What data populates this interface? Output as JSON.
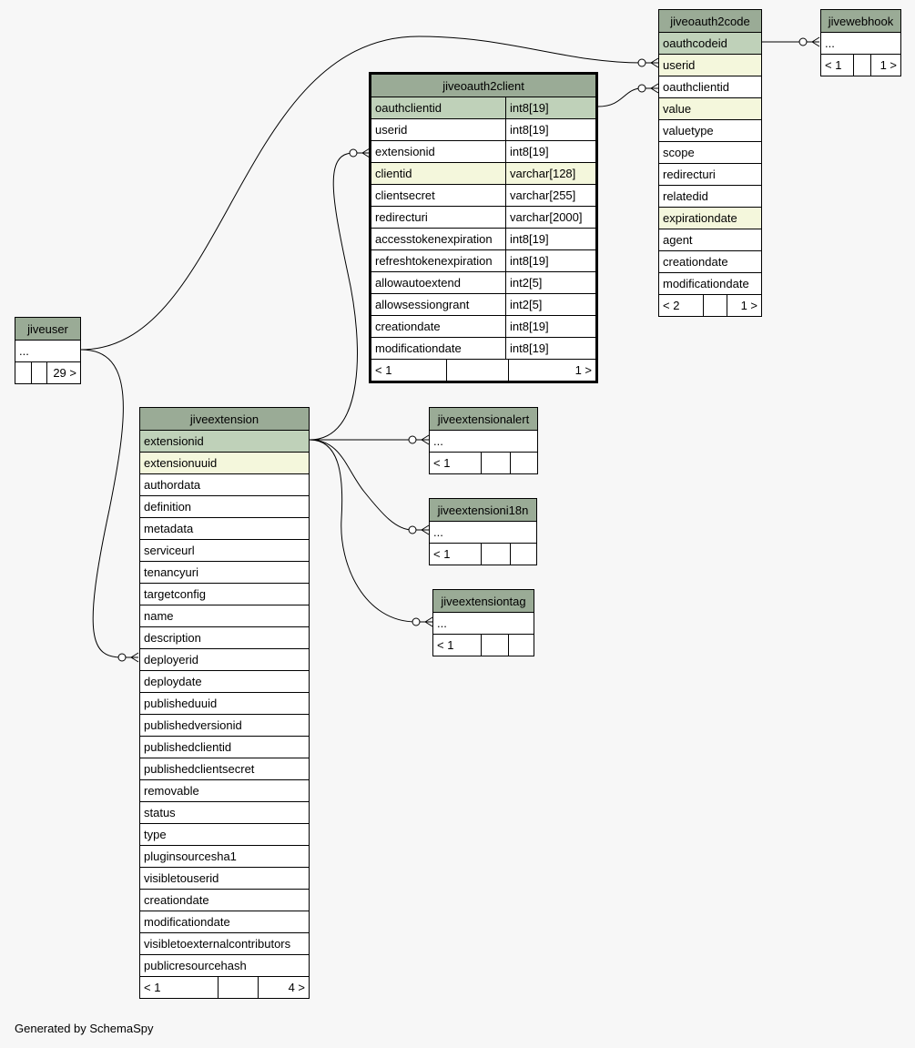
{
  "footer": "Generated by SchemaSpy",
  "colors": {
    "header": "#9aab96",
    "primary_key": "#bfd1b9",
    "indexed": "#f4f7dc",
    "background": "#f7f7f7"
  },
  "tables": {
    "jiveoauth2code": {
      "title": "jiveoauth2code",
      "columns": [
        "oauthcodeid",
        "userid",
        "oauthclientid",
        "value",
        "valuetype",
        "scope",
        "redirecturi",
        "relatedid",
        "expirationdate",
        "agent",
        "creationdate",
        "modificationdate"
      ],
      "footer": {
        "left": "< 2",
        "right": "1 >"
      }
    },
    "jivewebhook": {
      "title": "jivewebhook",
      "columns": [
        "..."
      ],
      "footer": {
        "left": "< 1",
        "right": "1 >"
      }
    },
    "jiveoauth2client": {
      "title": "jiveoauth2client",
      "columns": [
        {
          "name": "oauthclientid",
          "type": "int8[19]"
        },
        {
          "name": "userid",
          "type": "int8[19]"
        },
        {
          "name": "extensionid",
          "type": "int8[19]"
        },
        {
          "name": "clientid",
          "type": "varchar[128]"
        },
        {
          "name": "clientsecret",
          "type": "varchar[255]"
        },
        {
          "name": "redirecturi",
          "type": "varchar[2000]"
        },
        {
          "name": "accesstokenexpiration",
          "type": "int8[19]"
        },
        {
          "name": "refreshtokenexpiration",
          "type": "int8[19]"
        },
        {
          "name": "allowautoextend",
          "type": "int2[5]"
        },
        {
          "name": "allowsessiongrant",
          "type": "int2[5]"
        },
        {
          "name": "creationdate",
          "type": "int8[19]"
        },
        {
          "name": "modificationdate",
          "type": "int8[19]"
        }
      ],
      "footer": {
        "left": "< 1",
        "right": "1 >"
      }
    },
    "jiveuser": {
      "title": "jiveuser",
      "columns": [
        "..."
      ],
      "footer": {
        "left": "",
        "right": "29 >"
      }
    },
    "jiveextension": {
      "title": "jiveextension",
      "columns": [
        "extensionid",
        "extensionuuid",
        "authordata",
        "definition",
        "metadata",
        "serviceurl",
        "tenancyuri",
        "targetconfig",
        "name",
        "description",
        "deployerid",
        "deploydate",
        "publisheduuid",
        "publishedversionid",
        "publishedclientid",
        "publishedclientsecret",
        "removable",
        "status",
        "type",
        "pluginsourcesha1",
        "visibletouserid",
        "creationdate",
        "modificationdate",
        "visibletoexternalcontributors",
        "publicresourcehash"
      ],
      "footer": {
        "left": "< 1",
        "right": "4 >"
      }
    },
    "jiveextensionalert": {
      "title": "jiveextensionalert",
      "columns": [
        "..."
      ],
      "footer": {
        "left": "< 1",
        "right": ""
      }
    },
    "jiveextensioni18n": {
      "title": "jiveextensioni18n",
      "columns": [
        "..."
      ],
      "footer": {
        "left": "< 1",
        "right": ""
      }
    },
    "jiveextensiontag": {
      "title": "jiveextensiontag",
      "columns": [
        "..."
      ],
      "footer": {
        "left": "< 1",
        "right": ""
      }
    }
  }
}
